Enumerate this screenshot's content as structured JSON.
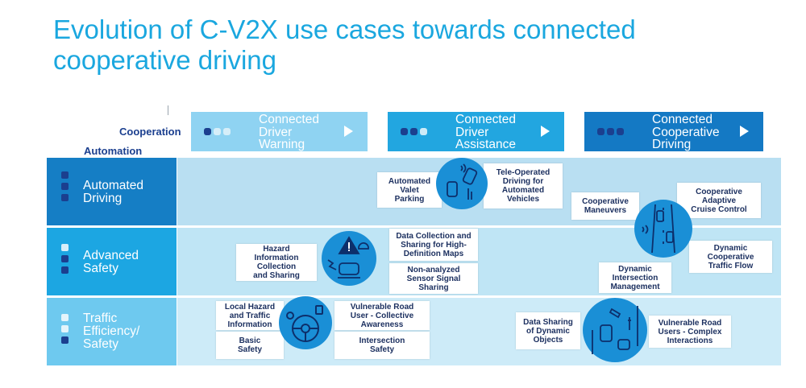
{
  "title": "Evolution of C-V2X use cases towards connected cooperative driving",
  "axes": {
    "cooperation": "Cooperation",
    "automation": "Automation"
  },
  "phases": [
    {
      "label": "Connected\nDriver\nWarning"
    },
    {
      "label": "Connected\nDriver\nAssistance"
    },
    {
      "label": "Connected\nCooperative\nDriving"
    }
  ],
  "rows": [
    {
      "label": "Automated\nDriving"
    },
    {
      "label": "Advanced\nSafety"
    },
    {
      "label": "Traffic\nEfficiency/\nSafety"
    }
  ],
  "use_cases": {
    "automated_valet_parking": "Automated\nValet\nParking",
    "tele_operated_driving": "Tele-Operated\nDriving for\nAutomated\nVehicles",
    "cooperative_maneuvers": "Cooperative\nManeuvers",
    "cooperative_adaptive_cruise_control": "Cooperative\nAdaptive\nCruise Control",
    "data_collection_hd_maps": "Data Collection and\nSharing for High-\nDefinition Maps",
    "hazard_information": "Hazard\nInformation\nCollection\nand Sharing",
    "non_analyzed_sensor_signal": "Non-analyzed\nSensor Signal\nSharing",
    "dynamic_cooperative_traffic_flow": "Dynamic\nCooperative\nTraffic Flow",
    "dynamic_intersection_management": "Dynamic\nIntersection\nManagement",
    "local_hazard_traffic_info": "Local Hazard\nand Traffic\nInformation",
    "vru_collective_awareness": "Vulnerable Road\nUser - Collective\nAwareness",
    "basic_safety": "Basic\nSafety",
    "intersection_safety": "Intersection\nSafety",
    "data_sharing_dynamic_objects": "Data Sharing\nof Dynamic\nObjects",
    "vru_complex_interactions": "Vulnerable Road\nUsers - Complex\nInteractions"
  },
  "icons": [
    "parking-car-icon",
    "warning-cloud-icon",
    "driver-wheel-icon",
    "highway-cars-icon",
    "intersection-cars-icon"
  ],
  "colors": {
    "title": "#1aa7df",
    "axis_text": "#1b3f8f",
    "phase_1": "#8fd3f2",
    "phase_2": "#22a6e0",
    "phase_3": "#1479c4",
    "row_1_label": "#157ec5",
    "row_2_label": "#1ca6e2",
    "row_3_label": "#6ec9ef",
    "row_1_band": "#b9dff2",
    "row_2_band": "#bfe5f5",
    "row_3_band": "#cdebf8",
    "circle": "#1a8fd6",
    "dot_dark": "#1b3f8f"
  }
}
